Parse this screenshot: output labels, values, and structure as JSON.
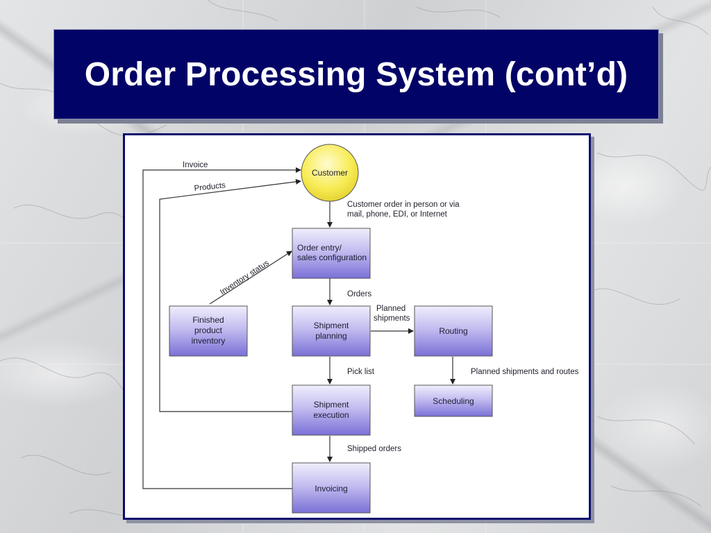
{
  "slide": {
    "title": "Order Processing System (cont’d)"
  },
  "diagram": {
    "nodes": {
      "customer": "Customer",
      "order_entry": [
        "Order entry/",
        "sales configuration"
      ],
      "finished_inventory": [
        "Finished",
        "product",
        "inventory"
      ],
      "shipment_planning": [
        "Shipment",
        "planning"
      ],
      "routing": "Routing",
      "shipment_execution": [
        "Shipment",
        "execution"
      ],
      "scheduling": "Scheduling",
      "invoicing": "Invoicing"
    },
    "edge_labels": {
      "invoice": "Invoice",
      "products": "Products",
      "customer_order": [
        "Customer order in person or via",
        "mail, phone, EDI, or Internet"
      ],
      "inventory_status": "Inventory status",
      "orders": "Orders",
      "planned_shipments": [
        "Planned",
        "shipments"
      ],
      "pick_list": "Pick list",
      "planned_shipments_routes": "Planned shipments and routes",
      "shipped_orders": "Shipped orders"
    },
    "colors": {
      "box_fill_top": "#e8e6fb",
      "box_fill_bottom": "#7e74d8",
      "customer_fill": "#fbf05c",
      "frame_border": "#0b0c6e",
      "title_bg": "#020366"
    }
  }
}
